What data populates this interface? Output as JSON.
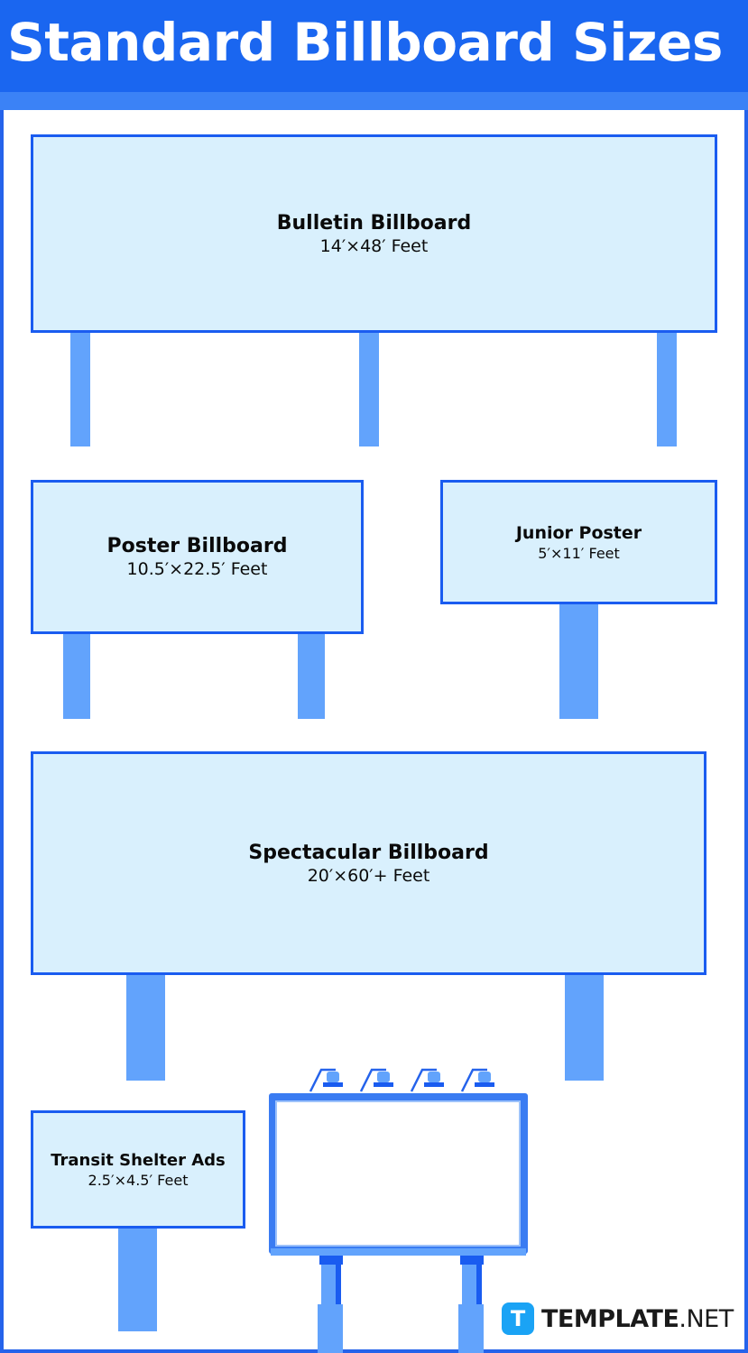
{
  "header": {
    "title": "Standard Billboard Sizes"
  },
  "boards": {
    "bulletin": {
      "name": "Bulletin Billboard",
      "size": "14′×48′ Feet"
    },
    "poster": {
      "name": "Poster Billboard",
      "size": "10.5′×22.5′ Feet"
    },
    "junior": {
      "name": "Junior Poster",
      "size": "5′×11′ Feet"
    },
    "spectacular": {
      "name": "Spectacular Billboard",
      "size": "20′×60′+ Feet"
    },
    "transit": {
      "name": "Transit Shelter Ads",
      "size": "2.5′×4.5′ Feet"
    }
  },
  "logo": {
    "badge": "T",
    "brand": "TEMPLATE",
    "suffix": ".NET"
  },
  "colors": {
    "header": "#1a66f0",
    "board_fill": "#d9f0fd",
    "board_border": "#1a5cf0",
    "post": "#62a3fc",
    "logo_badge": "#1aa3f5"
  }
}
